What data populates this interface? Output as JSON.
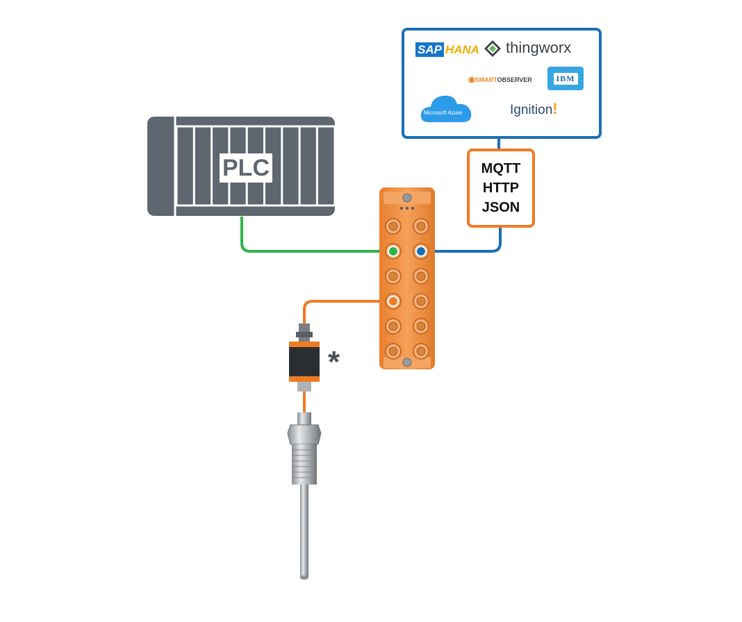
{
  "it_systems": {
    "sap": {
      "brand": "SAP",
      "product": "HANA"
    },
    "thingworx": "thingworx",
    "smartobserver": {
      "prefix": "SMART",
      "suffix": "OBSERVER"
    },
    "ibm": "IBM",
    "azure": "Microsoft Azure",
    "ignition": "Ignition"
  },
  "protocols": [
    "MQTT",
    "HTTP",
    "JSON"
  ],
  "plc_label": "PLC",
  "sensor_marker": "*",
  "colors": {
    "cloud_border": "#1a6fb5",
    "protocol_border": "#f07a23",
    "plc_body": "#5e6670",
    "cable_green": "#2db34a",
    "cable_blue": "#1a6fb5",
    "cable_orange": "#f07a23",
    "module_orange": "#f29440"
  },
  "icons": [
    "thingworx-icon",
    "smartobserver-icon",
    "azure-cloud-icon",
    "ignition-mark-icon",
    "io-link-master-module",
    "temperature-sensor",
    "signal-converter"
  ]
}
